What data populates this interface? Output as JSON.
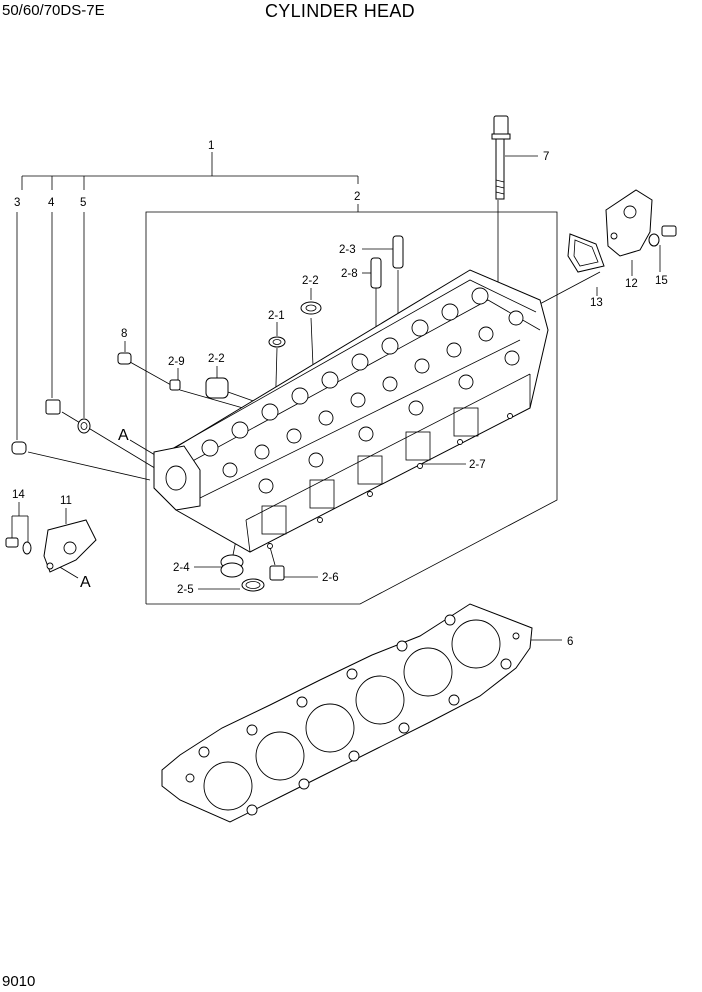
{
  "header": {
    "model": "50/60/70DS-7E",
    "title": "CYLINDER HEAD"
  },
  "footer": {
    "page_number": "9010"
  },
  "callouts": {
    "c1": "1",
    "c2": "2",
    "c3": "3",
    "c4": "4",
    "c5": "5",
    "c6": "6",
    "c7": "7",
    "c8": "8",
    "c11": "11",
    "c12": "12",
    "c13": "13",
    "c14": "14",
    "c15": "15",
    "c2_1": "2-1",
    "c2_2a": "2-2",
    "c2_2b": "2-2",
    "c2_3": "2-3",
    "c2_4": "2-4",
    "c2_5": "2-5",
    "c2_6": "2-6",
    "c2_7": "2-7",
    "c2_8": "2-8",
    "c2_9": "2-9"
  },
  "references": {
    "ref_a_top": "A",
    "ref_a_bottom": "A"
  }
}
